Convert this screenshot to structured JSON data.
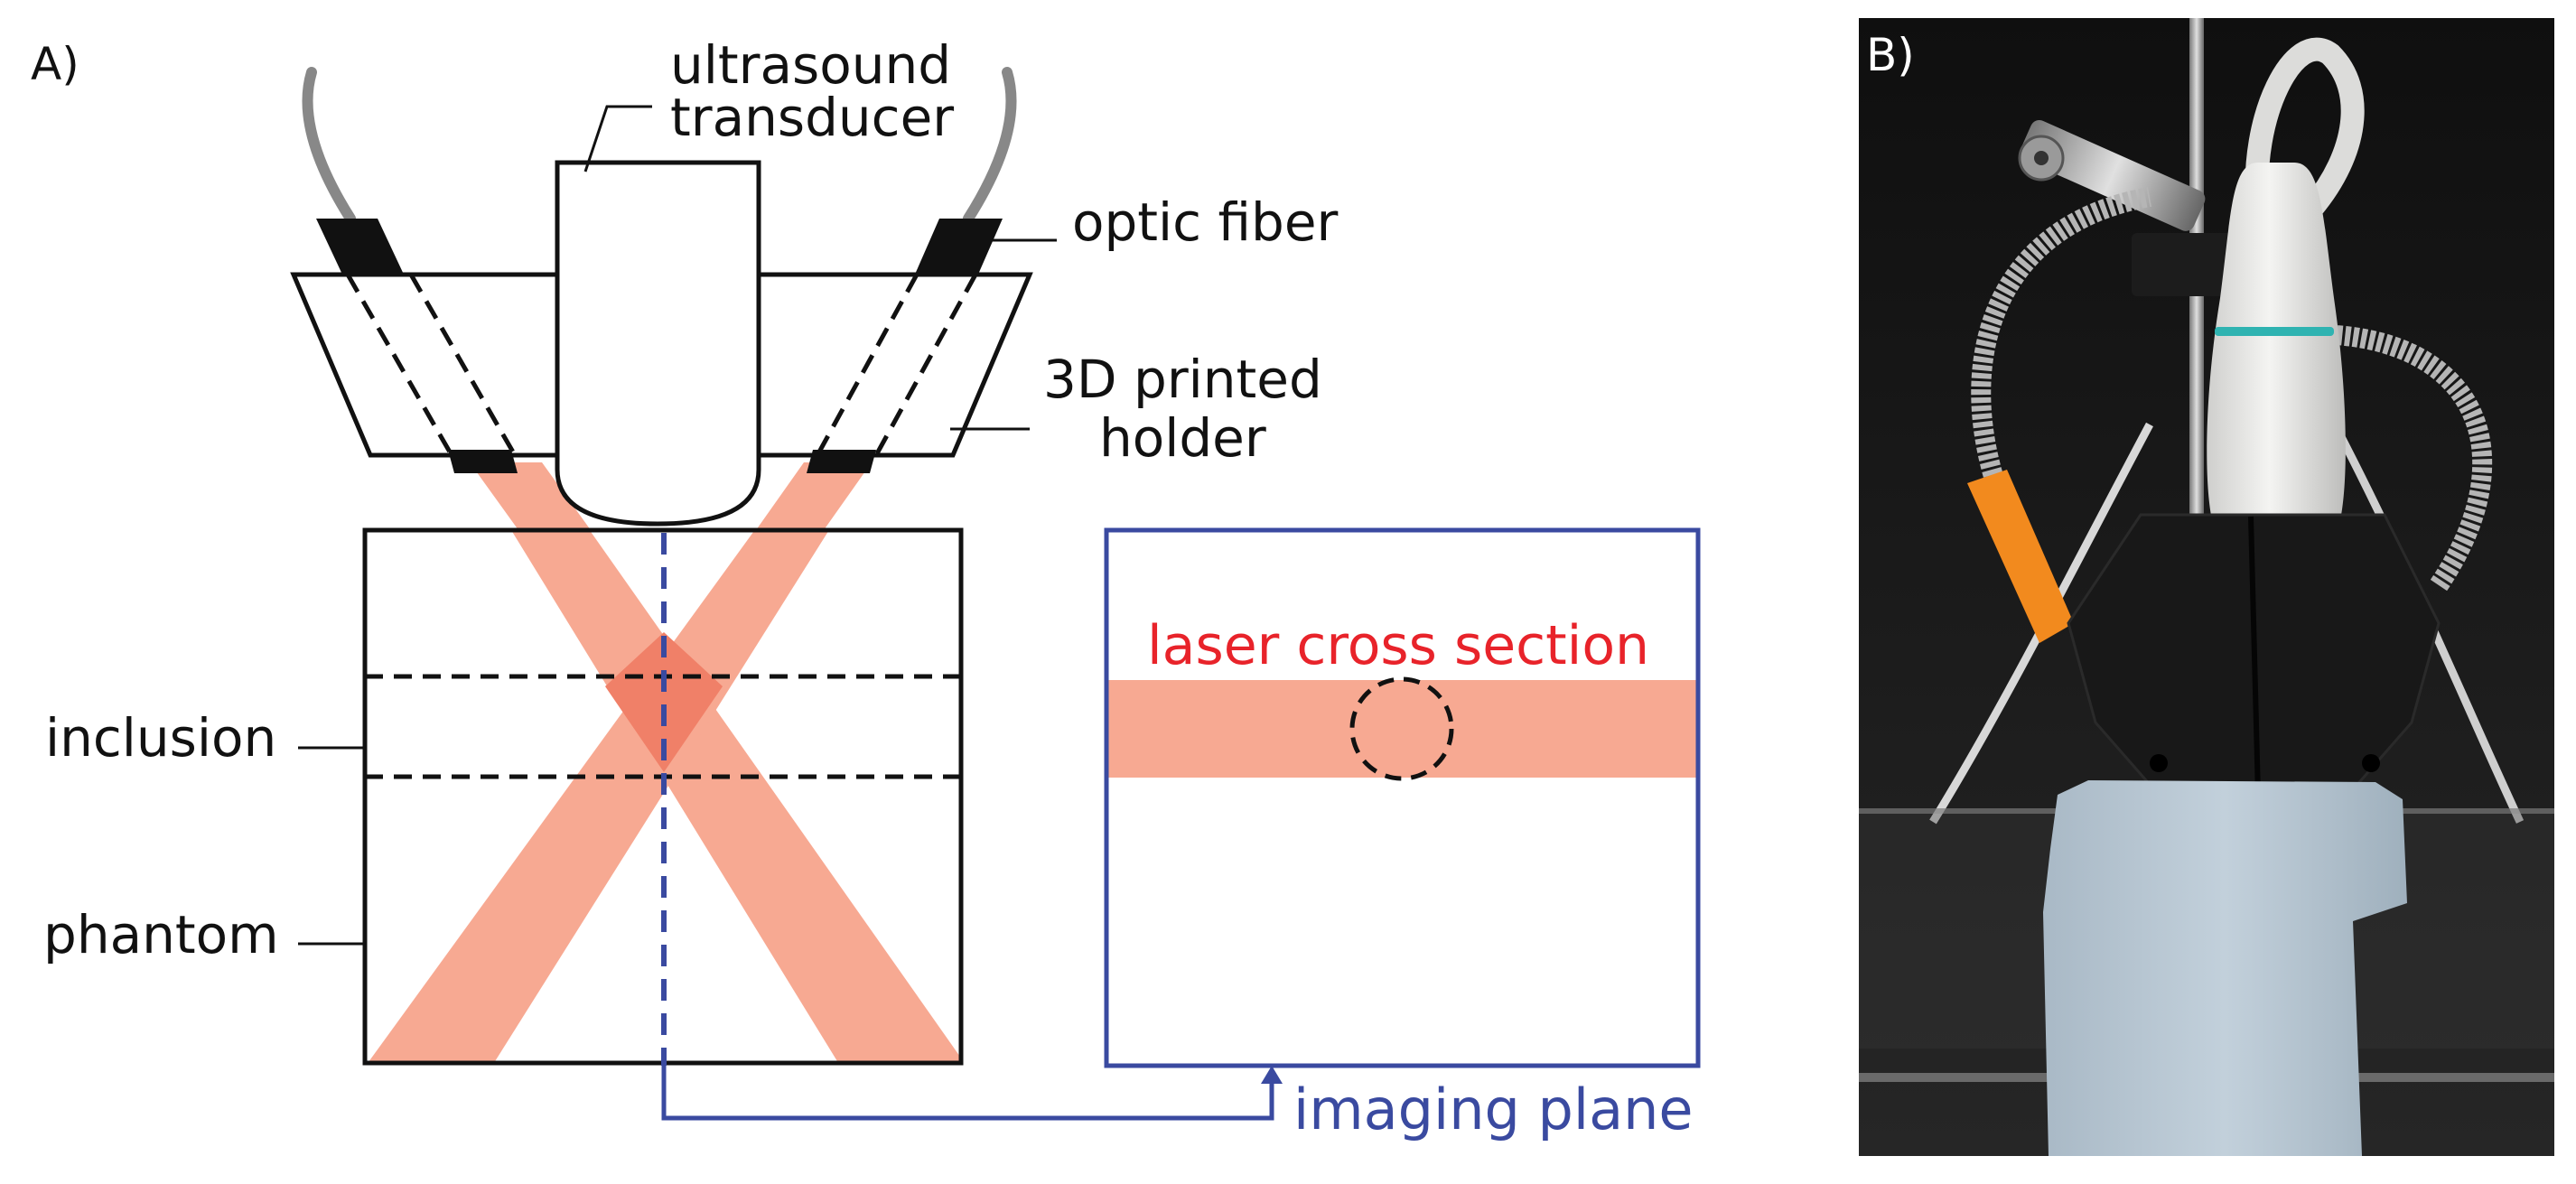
{
  "panel_a": {
    "label": "A)",
    "labels": {
      "transducer_line1": "ultrasound",
      "transducer_line2": "transducer",
      "fiber": "optic fiber",
      "holder_line1": "3D printed",
      "holder_line2": "holder",
      "inclusion": "inclusion",
      "phantom": "phantom",
      "laser_cross_section": "laser cross section",
      "imaging_plane": "imaging plane"
    },
    "colors": {
      "laser": "#f7a992",
      "laser_overlap": "#f08068",
      "laser_text": "#e8232a",
      "imaging_blue": "#3a4aa0",
      "outline": "#111111",
      "fiber_cable": "#888888"
    }
  },
  "panel_b": {
    "label": "B)",
    "image_description_icon": "photo-of-setup",
    "colors": {
      "background": "#1a1a1a",
      "phantom": "#b8c7d3",
      "holder": "#181818",
      "tape": "#f28a1e",
      "transducer": "#e8e8e6",
      "transducer_ring": "#2fb3b1"
    }
  }
}
